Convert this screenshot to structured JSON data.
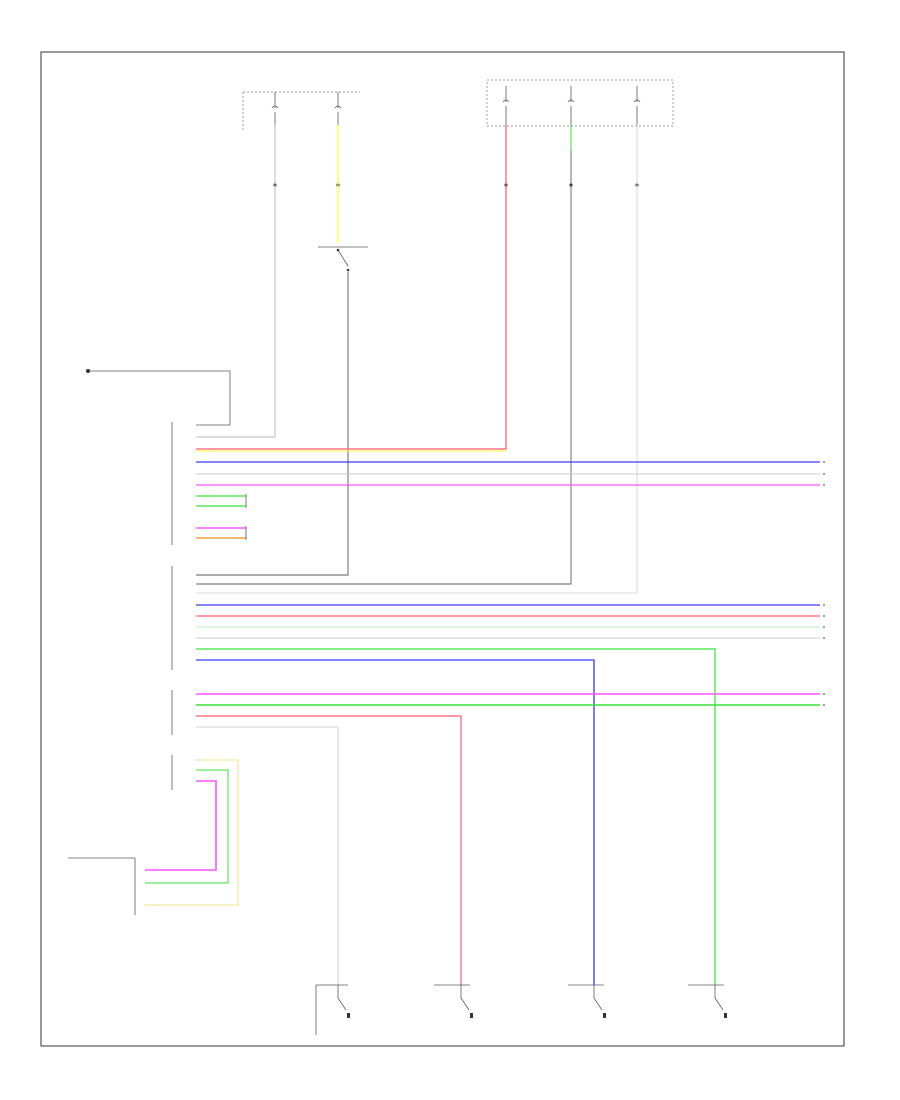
{
  "footer": {
    "code": ""
  },
  "colors": {
    "red": "#ff5a6e",
    "yellow": "#ffff3a",
    "blue": "#3a3aff",
    "pink": "#ff55ff",
    "green": "#3ae03a",
    "orange": "#f0a040",
    "white": "#dcdcdc",
    "gray": "#707070"
  },
  "fuses": [
    {
      "id": "fuse-1",
      "label": ""
    },
    {
      "id": "fuse-2",
      "label": ""
    },
    {
      "id": "fuse-3",
      "label": ""
    },
    {
      "id": "fuse-4",
      "label": ""
    },
    {
      "id": "fuse-5",
      "label": ""
    }
  ],
  "module": {
    "pins": [
      {
        "name": "",
        "no": "",
        "wire": ""
      }
    ]
  },
  "switches": [
    {
      "id": "switch-front-left",
      "label": "",
      "wire": ""
    },
    {
      "id": "switch-front-right",
      "label": "",
      "wire": ""
    },
    {
      "id": "switch-rear-left",
      "label": "",
      "wire": ""
    },
    {
      "id": "switch-rear-right",
      "label": "",
      "wire": ""
    }
  ]
}
